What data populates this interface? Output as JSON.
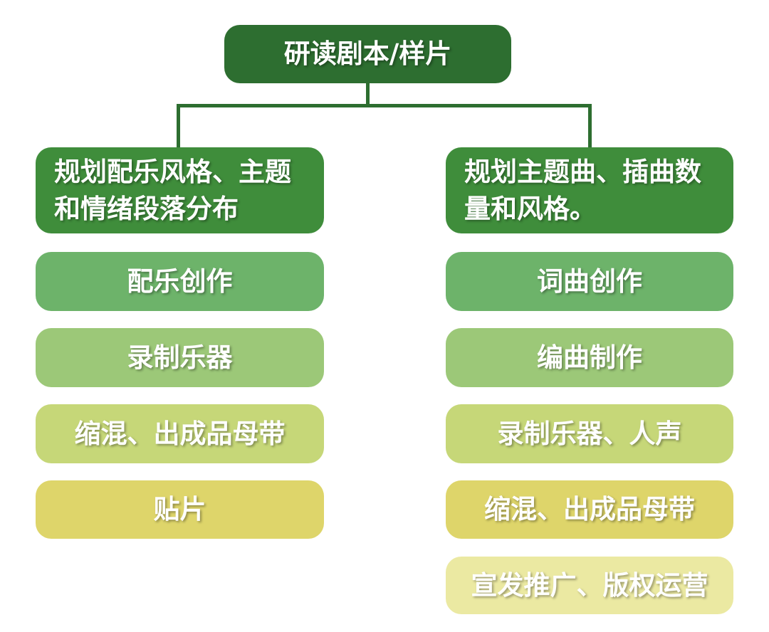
{
  "root": {
    "label": "研读剧本/样片"
  },
  "left": {
    "header": "规划配乐风格、主题和情绪段落分布",
    "steps": [
      "配乐创作",
      "录制乐器",
      "缩混、出成品母带",
      "贴片"
    ]
  },
  "right": {
    "header": "规划主题曲、插曲数量和风格。",
    "steps": [
      "词曲创作",
      "编曲制作",
      "录制乐器、人声",
      "缩混、出成品母带",
      "宣发推广、版权运营"
    ]
  },
  "colors": [
    "#2d6e30",
    "#3f8d3b",
    "#6db36a",
    "#9cc878",
    "#c6d778",
    "#ded56a",
    "#ebe9a2"
  ]
}
